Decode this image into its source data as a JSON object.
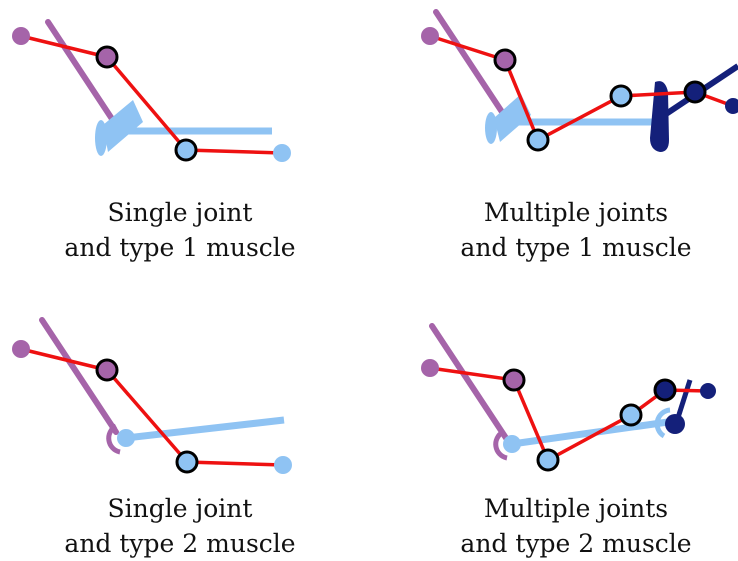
{
  "colors": {
    "red_link": "#ee1111",
    "purple": "#a564a9",
    "light_blue": "#8fc3f3",
    "dark_navy": "#14207a",
    "outline": "#000000"
  },
  "panels": [
    {
      "line1": "Single joint",
      "line2": "and type 1 muscle"
    },
    {
      "line1": "Multiple joints",
      "line2": "and type 1 muscle"
    },
    {
      "line1": "Single joint",
      "line2": "and type 2 muscle"
    },
    {
      "line1": "Multiple joints",
      "line2": "and type 2 muscle"
    }
  ]
}
